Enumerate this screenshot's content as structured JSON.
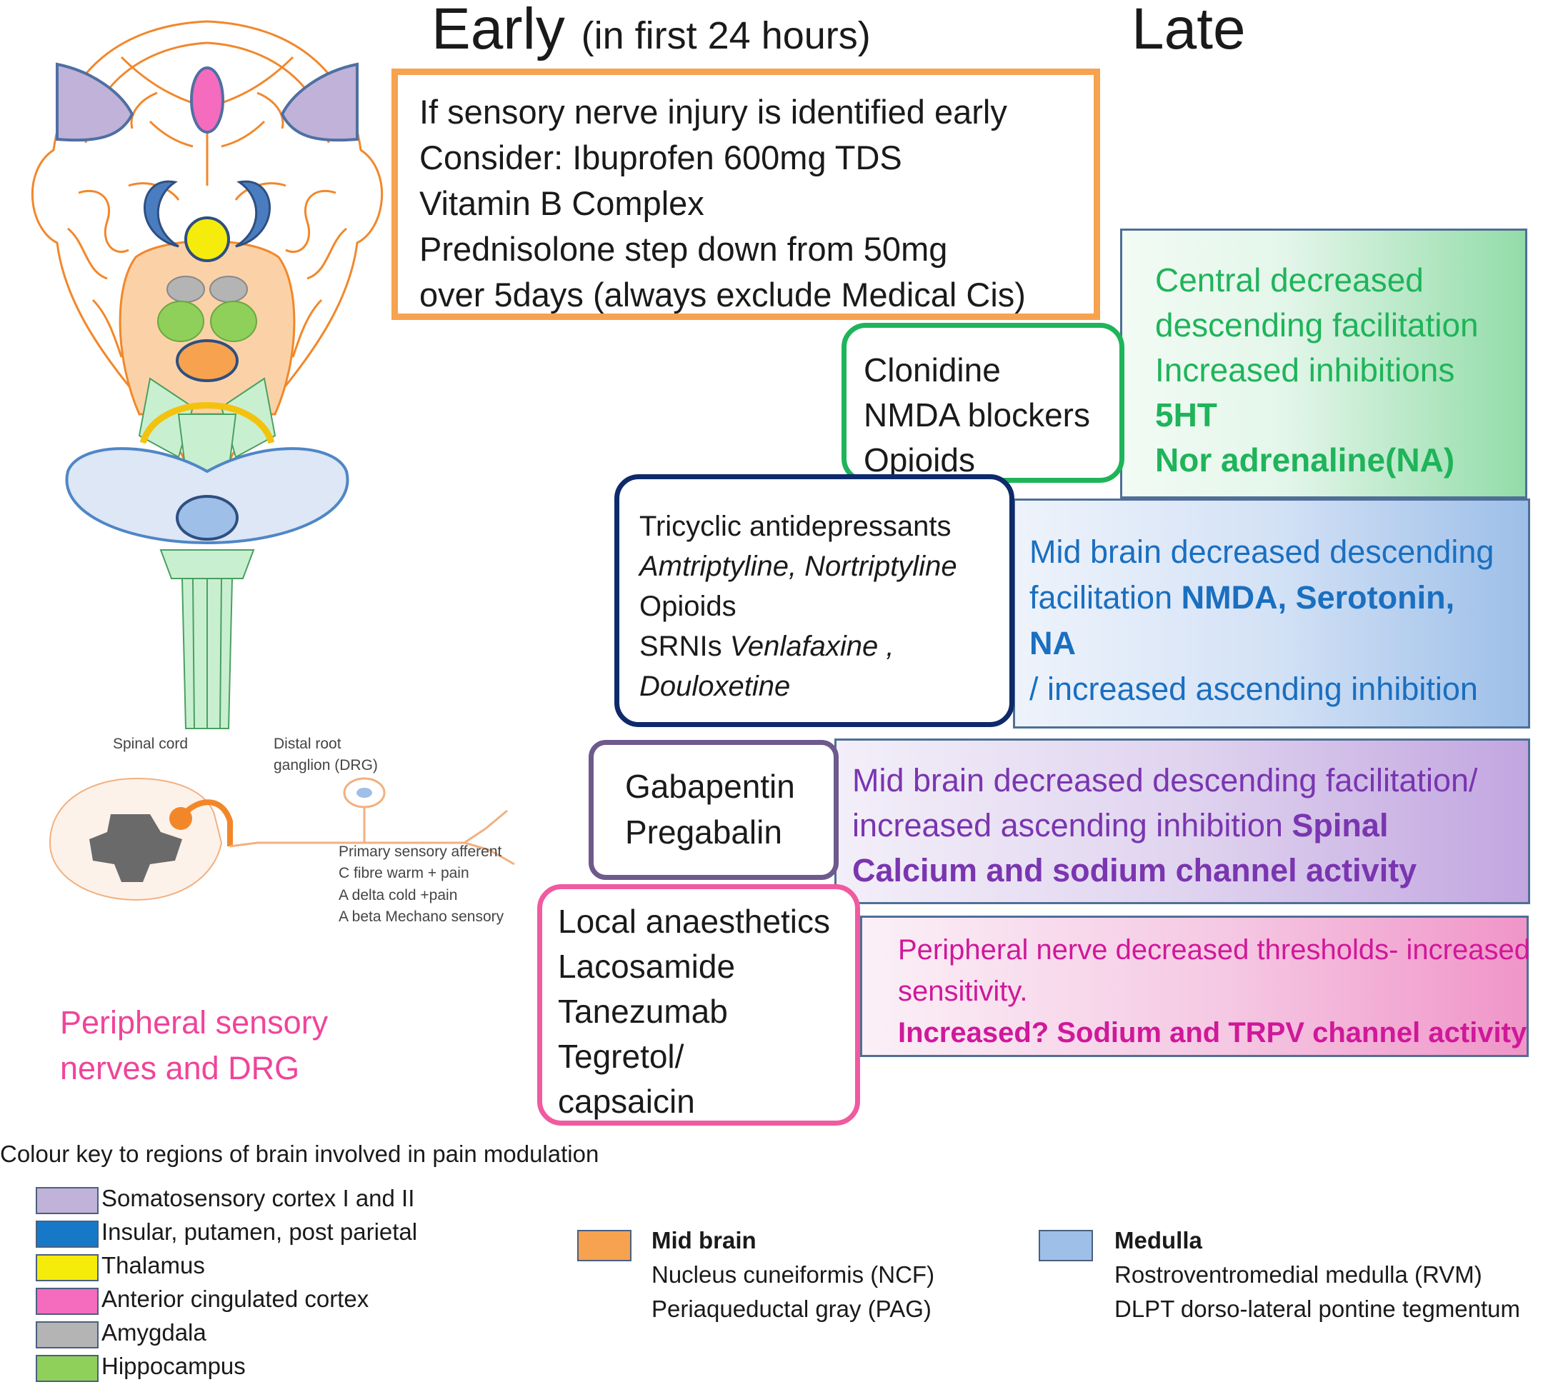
{
  "headers": {
    "early": "Early",
    "early_note": "(in first 24 hours)",
    "late": "Late"
  },
  "early_box": {
    "lines": [
      "If sensory nerve injury is identified early",
      "Consider: Ibuprofen 600mg TDS",
      "Vitamin B Complex",
      "Prednisolone step down from 50mg",
      "over 5days (always exclude Medical Cis)"
    ],
    "border_color": "#f6a24f"
  },
  "central": {
    "drugs": [
      "Clonidine",
      "NMDA blockers",
      "Opioids"
    ],
    "effects": [
      "Central decreased",
      "descending facilitation",
      "Increased inhibitions"
    ],
    "effects_bold": [
      "5HT",
      "Nor adrenaline(NA)"
    ],
    "color": "#1fb45a"
  },
  "midbrain": {
    "drug_class": "Tricyclic antidepressants",
    "drug_names": "Amtriptyline, Nortriptyline",
    "drug_opioids": "Opioids",
    "drug_srni_prefix": "SRNIs ",
    "drug_srni_name": "Venlafaxine ,",
    "drug_srni_name2": "Douloxetine",
    "effect_line1": "Mid brain decreased descending",
    "effect_line2_prefix": "facilitation ",
    "effect_line2_bold": "NMDA, Serotonin,",
    "effect_line3_bold": "NA",
    "effect_line4": "/ increased ascending inhibition",
    "color": "#1a6fc0",
    "border_color": "#0e2a6b"
  },
  "spinal": {
    "drugs": [
      "Gabapentin",
      "Pregabalin"
    ],
    "effect_line1": "Mid brain decreased descending facilitation/",
    "effect_line2_prefix": "increased ascending inhibition  ",
    "effect_line2_bold": "Spinal",
    "effect_line3_bold": "Calcium and sodium channel activity",
    "color": "#7a35b0",
    "border_color": "#6e5a8c"
  },
  "peripheral": {
    "drugs": [
      "Local anaesthetics",
      "Lacosamide",
      "Tanezumab",
      "Tegretol/",
      "capsaicin"
    ],
    "effect_line1": "Peripheral nerve decreased thresholds- increased",
    "effect_line2": "sensitivity.",
    "effect_line3_bold": "Increased? Sodium and TRPV channel activity",
    "color": "#d0189a",
    "border_color": "#f05aa0"
  },
  "peripheral_caption": [
    "Peripheral sensory",
    "nerves and DRG"
  ],
  "anatomy_labels": {
    "spinal_cord": "Spinal cord",
    "drg": [
      "Distal root",
      "ganglion (DRG)"
    ],
    "afferent": [
      "Primary sensory afferent",
      "C fibre warm + pain",
      "A delta cold +pain",
      "A beta Mechano sensory"
    ]
  },
  "key": {
    "title": "Colour key to regions of brain involved in pain modulation",
    "items": [
      {
        "label": "Somatosensory cortex I and II",
        "color": "#c0b2d8"
      },
      {
        "label": "Insular, putamen, post parietal",
        "color": "#1878c8"
      },
      {
        "label": "Thalamus",
        "color": "#f5ec0c"
      },
      {
        "label": "Anterior cingulated cortex",
        "color": "#f56bbd"
      },
      {
        "label": "Amygdala",
        "color": "#b4b4b4"
      },
      {
        "label": "Hippocampus",
        "color": "#8fd05a"
      }
    ],
    "midbrain": {
      "title": "Mid brain",
      "lines": [
        "Nucleus cuneiformis (NCF)",
        "Periaqueductal gray (PAG)"
      ],
      "color": "#f6a24f"
    },
    "medulla": {
      "title": "Medulla",
      "lines": [
        "Rostroventromedial medulla (RVM)",
        "DLPT dorso-lateral pontine tegmentum"
      ],
      "color": "#9dbfe8"
    }
  }
}
